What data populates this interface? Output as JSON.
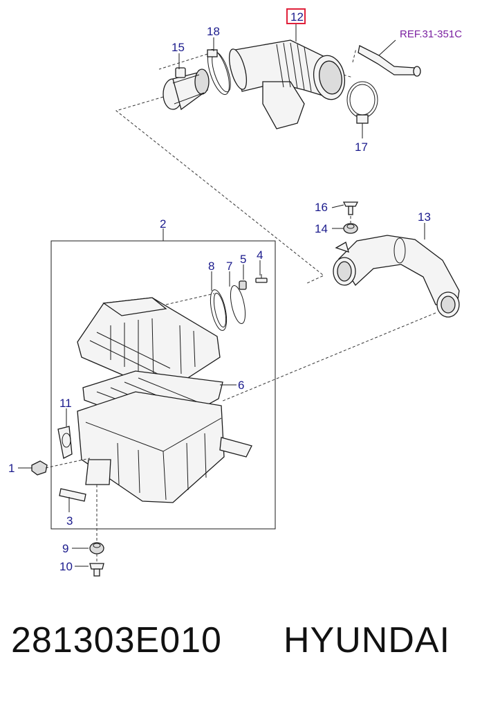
{
  "callouts": {
    "c1": "1",
    "c2": "2",
    "c3": "3",
    "c4": "4",
    "c5": "5",
    "c6": "6",
    "c7": "7",
    "c8": "8",
    "c9": "9",
    "c10": "10",
    "c11": "11",
    "c12": "12",
    "c13": "13",
    "c14": "14",
    "c15": "15",
    "c16": "16",
    "c17": "17",
    "c18": "18"
  },
  "highlighted_callout": "12",
  "reference_label": "REF.31-351C",
  "footer": {
    "part_number": "281303E010",
    "brand": "HYUNDAI"
  },
  "colors": {
    "callout_text": "#1a1a8c",
    "reference_text": "#7a1fa0",
    "highlight_box": "#e0203a"
  }
}
